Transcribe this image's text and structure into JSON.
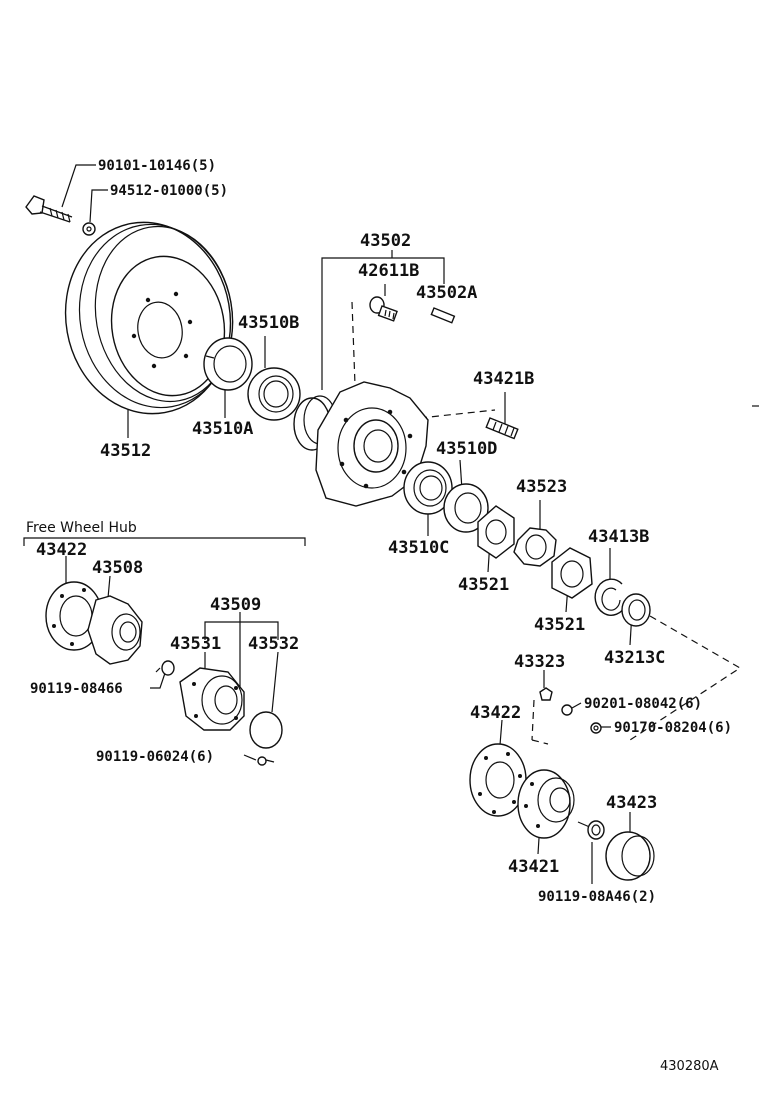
{
  "diagram": {
    "section_title": "Free Wheel Hub",
    "reference_code": "430280A",
    "labels": {
      "bolt_90101": "90101-10146(5)",
      "washer_94512": "94512-01000(5)",
      "hub_43502": "43502",
      "bolt_42611B": "42611B",
      "pin_43502A": "43502A",
      "bearing_43510B": "43510B",
      "stud_43421B": "43421B",
      "disc_43512": "43512",
      "bearing_43510A": "43510A",
      "bearing_43510D": "43510D",
      "washer_43523": "43523",
      "ring_43413B": "43413B",
      "bearing_43510C": "43510C",
      "nut_43521_a": "43521",
      "nut_43521_b": "43521",
      "seal_43213C": "43213C",
      "flange_43422_fw": "43422",
      "body_43508": "43508",
      "assy_43509": "43509",
      "cover_43531": "43531",
      "ring_43532": "43532",
      "bolt_90119_08466": "90119-08466",
      "bolt_90119_06024": "90119-06024(6)",
      "pin_43323": "43323",
      "washer_90201": "90201-08042(6)",
      "nut_90170": "90170-08204(6)",
      "flange_43422": "43422",
      "cap_43423": "43423",
      "flange_43421": "43421",
      "bolt_90119_08A46": "90119-08A46(2)"
    }
  }
}
